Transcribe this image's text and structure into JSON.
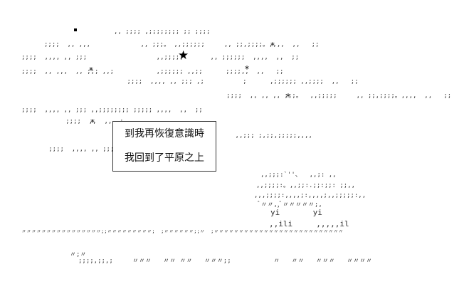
{
  "subtitle": {
    "line1": "到我再恢復意識時",
    "line2": "我回到了平原之上"
  },
  "art": {
    "sky_rows": [
      ",, ;;;; ,;;;;;;;; ;; ;;;;",
      ";;;;  ,, ,,,             ,, ;;;。 ,,;;;;;;     ,, ;;,;;;;。,,,,  ,,   ;;",
      ";;;;  ,,,, ,, ;;;                  ,,;;;;;       ,, ;;;;;;  ,,,,  ,,  ;;",
      ";;;;  ,, ,,,  ,, ;;; ,,;           ,;;;;;; ,,;;      ;;;;,,  ,,   ;;",
      "      ;;;;  ,,,, ,, ;;; ,;          ;      ,;;;;;; ,,;;;;  ,,   ;;",
      "          ;;;;  ,, ,, ,, ;;;。  ,,;;;;;     ,, ;;,;;;;。,,,,  ,,   ;;",
      ";;;;  ,,,, ,, ;;; ,,;;;;;;;; ;;;;; ,,,,  ,,  ;;",
      "   ;;;;  ,,  ,,  ;",
      "                                  ,,;           ;;           ,,;;; ;,;;,;;;;;,,,,",
      "   ;;;;  ,,,, ,, ;;; ,,,",
      "                                   ,,,,  ,;;      ,,,"
    ],
    "figure_rows": [
      ",,;;;:`''、  ,,;: ,,",
      ",,;;;;:。,,;;:.;;:;;: ;;,,",
      ",,,;;;;:,,,,;:,,,,;,,;;;;;:,,",
      "ﾞ〃〃,,ﾞ〃〃〃〃〃;,",
      "yi       yi",
      ",,ili     ,,,,,il"
    ],
    "ground_rows": [
      "〃〃〃〃〃〃〃〃〃〃〃〃〃〃〃〃;;〃〃〃〃〃〃〃〃〃;  ;〃〃〃〃〃〃;;〃  ;〃〃〃〃〃〃〃〃〃〃〃〃〃〃〃〃〃〃〃〃〃〃〃〃〃〃",
      "〃;〃",
      ";;;;,;;,;     〃〃〃   〃〃 〃〃   〃〃〃;;           〃   〃〃   〃〃〃   〃〃〃〃"
    ],
    "stars": [
      "★",
      "*",
      "*",
      "*",
      "*",
      "*"
    ]
  }
}
